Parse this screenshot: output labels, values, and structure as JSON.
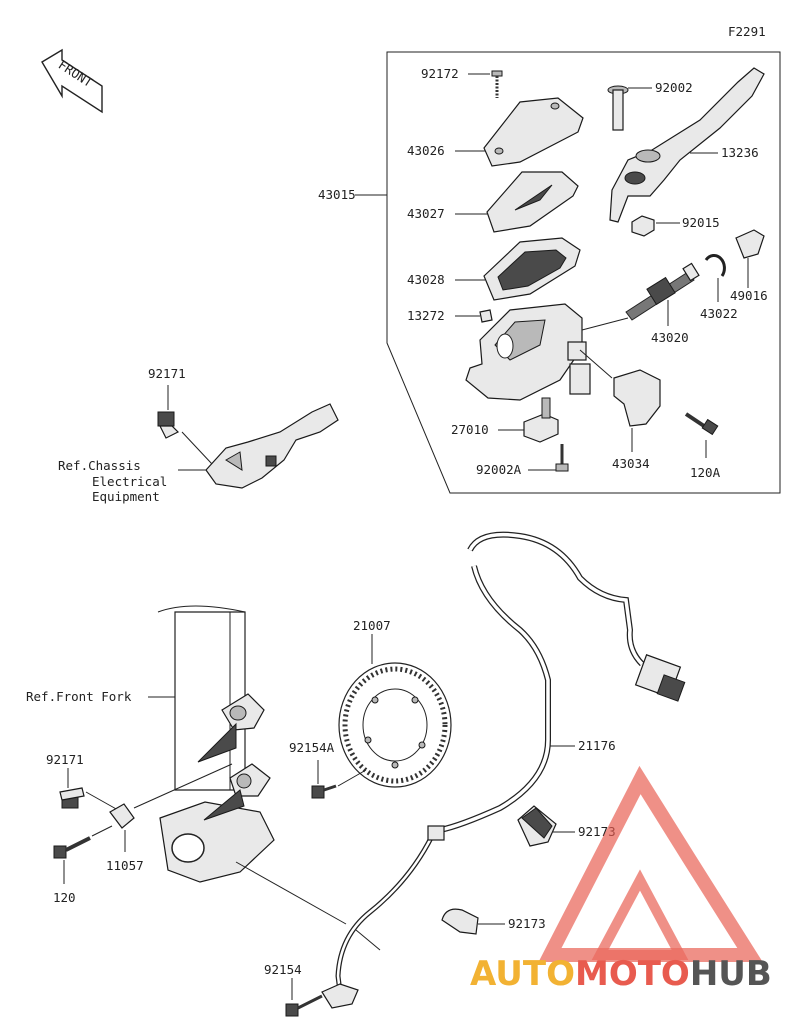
{
  "figure_code": "F2291",
  "front_arrow_label": "FRONT",
  "group_label": "43015",
  "callouts": {
    "p92172": "92172",
    "p43026": "43026",
    "p43027": "43027",
    "p43028": "43028",
    "p13272": "13272",
    "p27010": "27010",
    "p92002A": "92002A",
    "p92002": "92002",
    "p13236": "13236",
    "p92015": "92015",
    "p49016": "49016",
    "p43022": "43022",
    "p43020": "43020",
    "p43034": "43034",
    "p120A": "120A",
    "p92171_top": "92171",
    "p21007": "21007",
    "p92154A": "92154A",
    "p21176": "21176",
    "p92171_bot": "92171",
    "p11057": "11057",
    "p120": "120",
    "p92173_a": "92173",
    "p92173_b": "92173",
    "p92154": "92154"
  },
  "references": {
    "chassis_line1": "Ref.Chassis",
    "chassis_line2": "Electrical",
    "chassis_line3": "Equipment",
    "front_fork": "Ref.Front Fork"
  },
  "watermark": {
    "part1": "AUTO",
    "part2": "MOTO",
    "part3": "HUB",
    "color1": "#f2b233",
    "color2": "#e85b4f",
    "color3": "#555555"
  }
}
